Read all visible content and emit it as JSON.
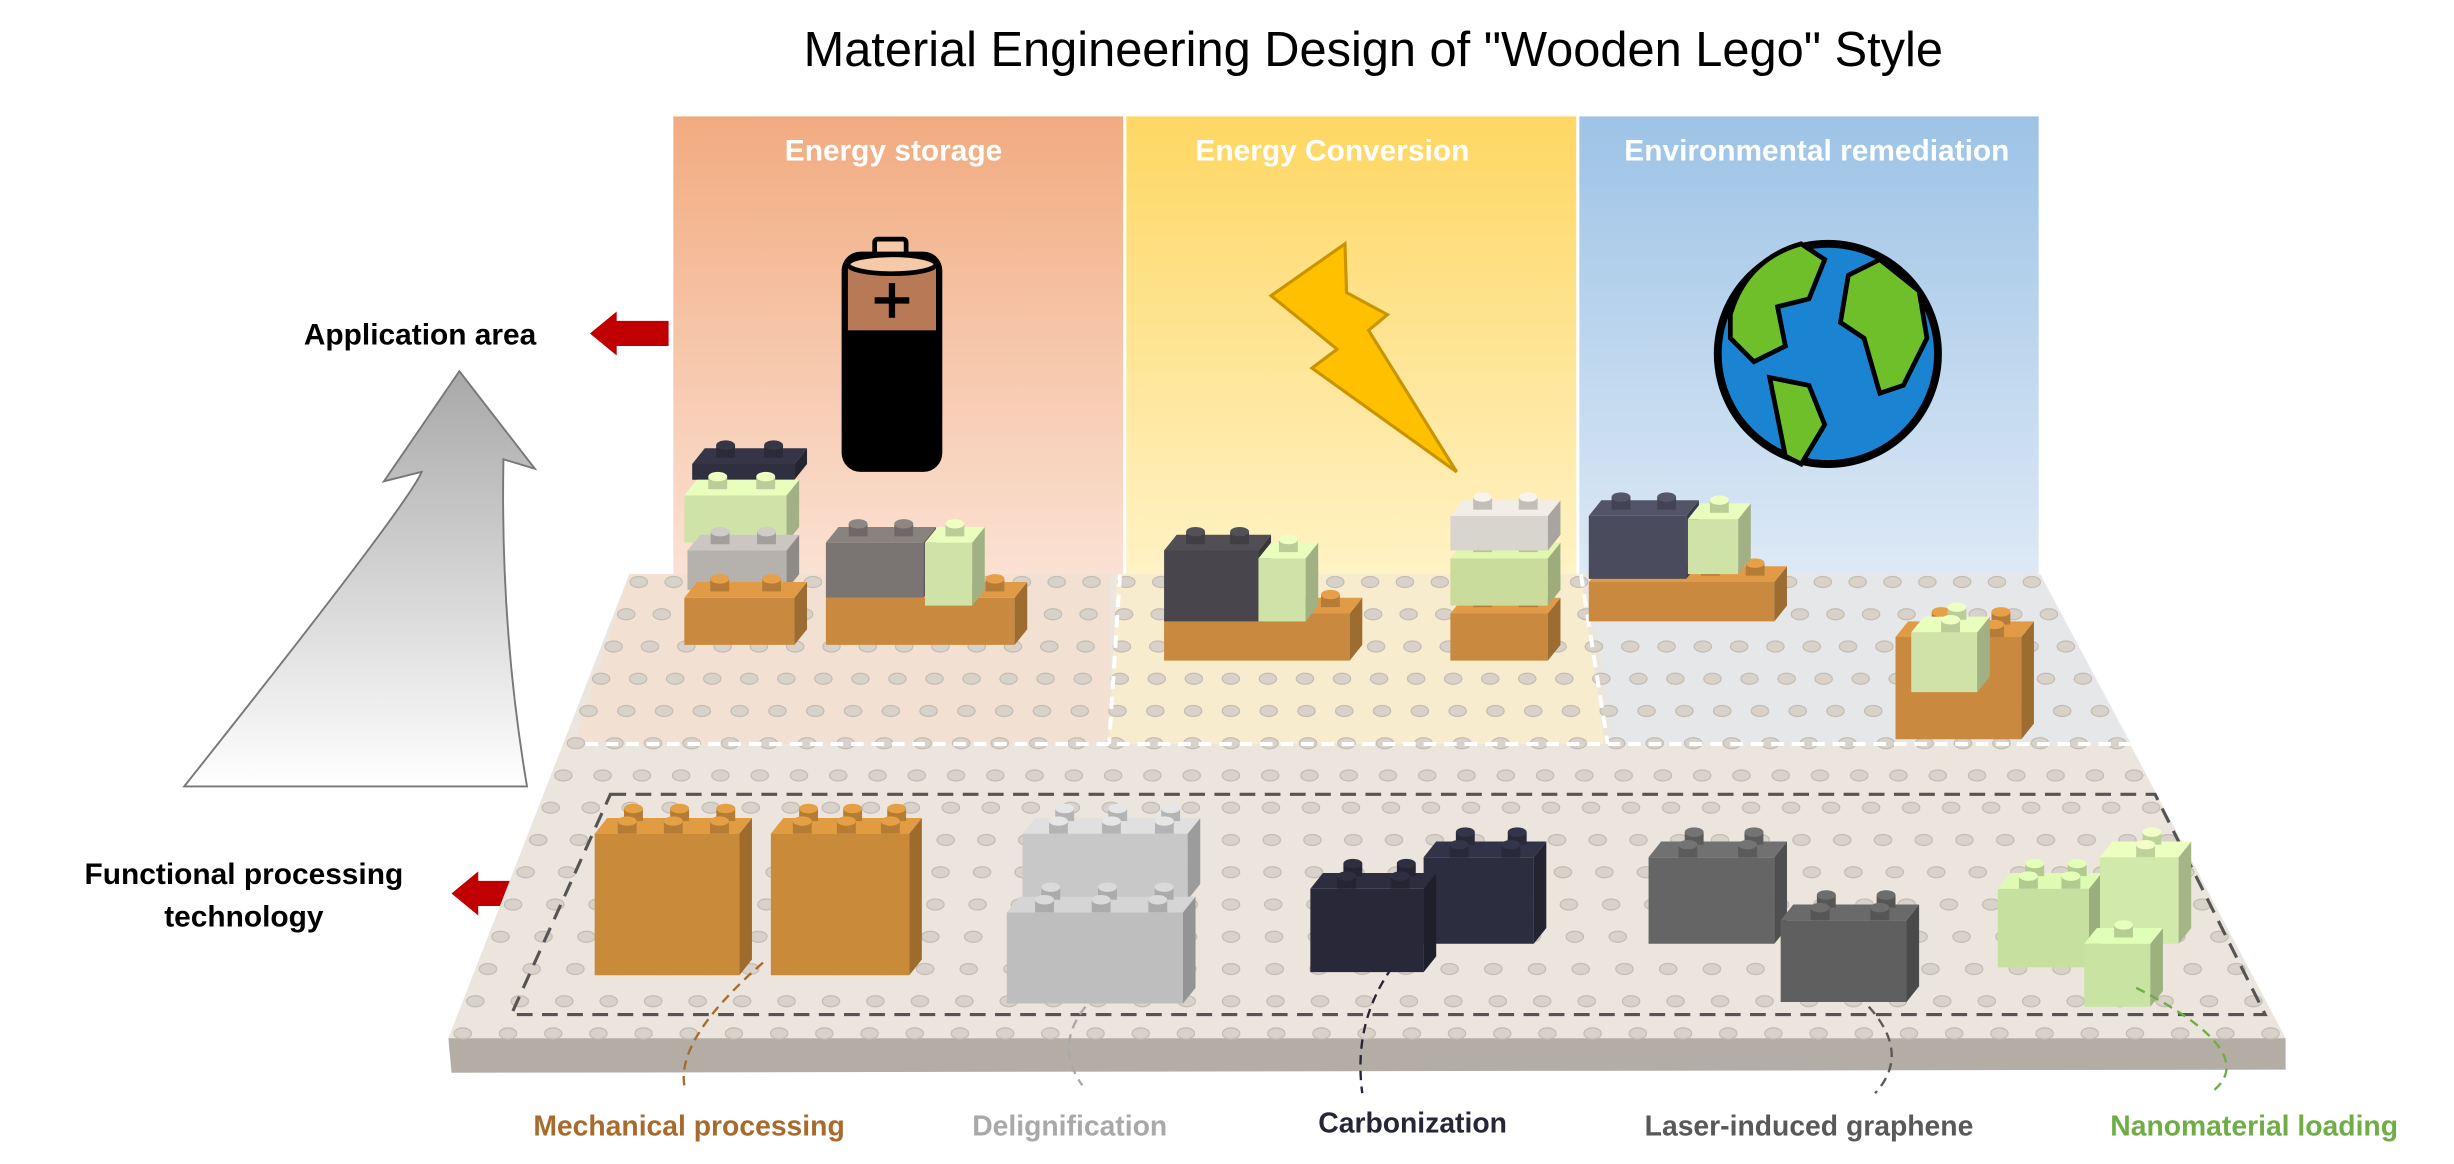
{
  "title": "Material Engineering Design of \"Wooden Lego\" Style",
  "left_labels": {
    "application_area": "Application area",
    "functional_line1": "Functional processing",
    "functional_line2": "technology"
  },
  "panels": [
    {
      "label": "Energy storage",
      "color_top": "#f2ab80",
      "color_bottom": "#fbe3d6",
      "icon": "battery-icon"
    },
    {
      "label": "Energy Conversion",
      "color_top": "#fed763",
      "color_bottom": "#fff3c8",
      "icon": "lightning-icon"
    },
    {
      "label": "Environmental remediation",
      "color_top": "#9dc3e6",
      "color_bottom": "#dfeaf6",
      "icon": "globe-icon"
    }
  ],
  "techniques": [
    {
      "label": "Mechanical processing",
      "color": "#a86b2d"
    },
    {
      "label": "Delignification",
      "color": "#a9a9a9"
    },
    {
      "label": "Carbonization",
      "color": "#262636"
    },
    {
      "label": "Laser-induced graphene",
      "color": "#595959"
    },
    {
      "label": "Nanomaterial loading",
      "color": "#70ad47"
    }
  ],
  "colors": {
    "arrow_red": "#c00000",
    "wood": "#c98a3f",
    "light_grey": "#c8c8c8",
    "grey": "#6b6b6b",
    "dark": "#2f2f3f",
    "green": "#cfe3a8",
    "board": "#ece5dd"
  }
}
